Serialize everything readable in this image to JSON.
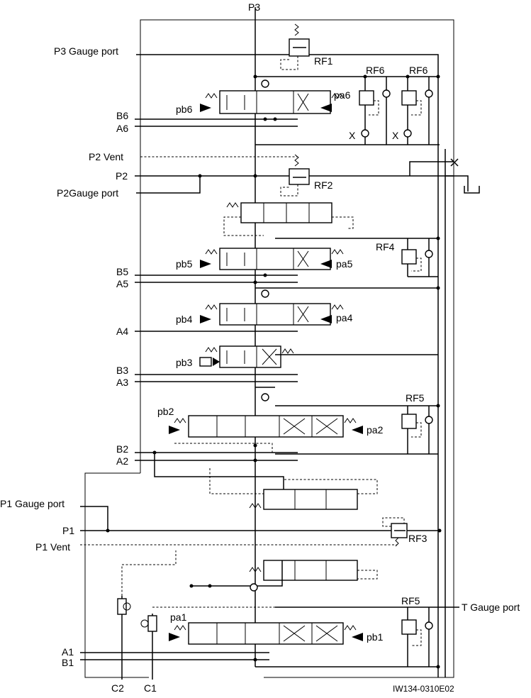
{
  "labels": {
    "p3": "P3",
    "p3_gauge": "P3 Gauge port",
    "rf1": "RF1",
    "rf6a": "RF6",
    "rf6b": "RF6",
    "pb6": "pb6",
    "pa6": "pa6",
    "b6": "B6",
    "a6": "A6",
    "x1": "X",
    "x2": "X",
    "p2_vent": "P2 Vent",
    "p2": "P2",
    "p2_gauge": "P2Gauge port",
    "rf2": "RF2",
    "rf4": "RF4",
    "pb5": "pb5",
    "pa5": "pa5",
    "b5": "B5",
    "a5": "A5",
    "pb4": "pb4",
    "pa4": "pa4",
    "a4": "A4",
    "pb3": "pb3",
    "b3": "B3",
    "a3": "A3",
    "pb2": "pb2",
    "pa2": "pa2",
    "rf5a": "RF5",
    "b2": "B2",
    "a2": "A2",
    "p1_gauge": "P1 Gauge port",
    "p1": "P1",
    "p1_vent": "P1 Vent",
    "rf3": "RF3",
    "pa1": "pa1",
    "pb1": "pb1",
    "rf5b": "RF5",
    "t_gauge": "T Gauge port",
    "a1": "A1",
    "b1": "B1",
    "c2": "C2",
    "c1": "C1",
    "doc_id": "IW134-0310E02"
  }
}
